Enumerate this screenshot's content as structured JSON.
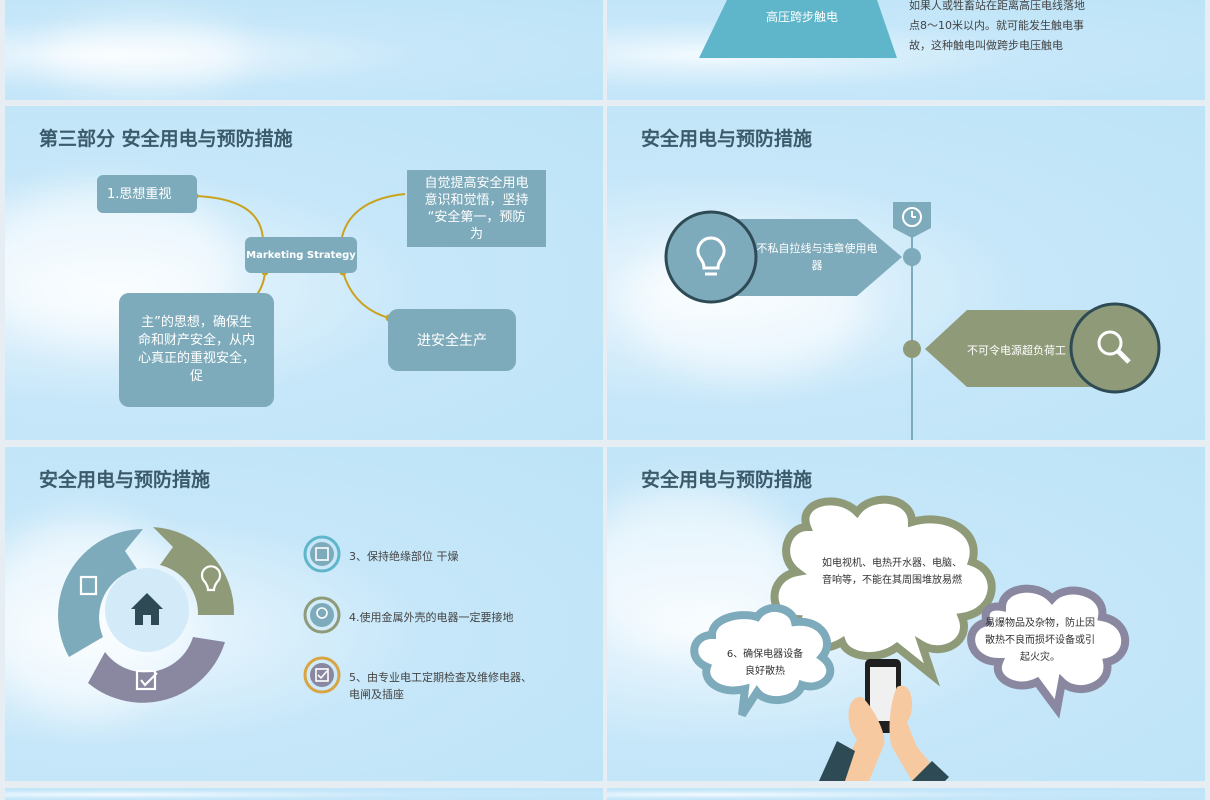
{
  "slide1": {},
  "slide2": {
    "tri_label": "高压跨步触电",
    "desc_lines": [
      "如果人或牲畜站在距离高压电线落地",
      "点8～10米以内。就可能发生触电事",
      "故，这种触电叫做跨步电压触电"
    ]
  },
  "slide3": {
    "title": "第三部分 安全用电与预防措施",
    "center": "Marketing Strategy",
    "b1": "1.思想重视",
    "b2": [
      "自觉提高安全用电",
      "意识和觉悟，坚持",
      "“安全第一，预防",
      "为"
    ],
    "b3": [
      "主”的思想，确保生",
      "命和财产安全，从内",
      "心真正的重视安全，",
      "促"
    ],
    "b4": "进安全生产"
  },
  "slide4": {
    "title": "安全用电与预防措施",
    "arrow1": [
      "不私自拉线与违章使用电",
      "器"
    ],
    "arrow2": "不可令电源超负荷工"
  },
  "slide5": {
    "title": "安全用电与预防措施",
    "items": [
      "3、保持绝缘部位  干燥",
      "4.使用金属外壳的电器一定要接地",
      "5、由专业电工定期检查及维修电器、",
      "电闸及插座"
    ]
  },
  "slide6": {
    "title": "安全用电与预防措施",
    "cloud_top": [
      "如电视机、电热开水器、电脑、",
      "音响等，不能在其周围堆放易燃"
    ],
    "cloud_right": [
      "易爆物品及杂物，防止因",
      "散热不良而损坏设备或引",
      "起火灾。"
    ],
    "cloud_left": [
      "6、确保电器设备",
      "良好散热"
    ]
  },
  "colors": {
    "teal": "#5fb5c9",
    "slate": "#7eabbb",
    "olive": "#8f9a78",
    "purple": "#8a87a0"
  }
}
